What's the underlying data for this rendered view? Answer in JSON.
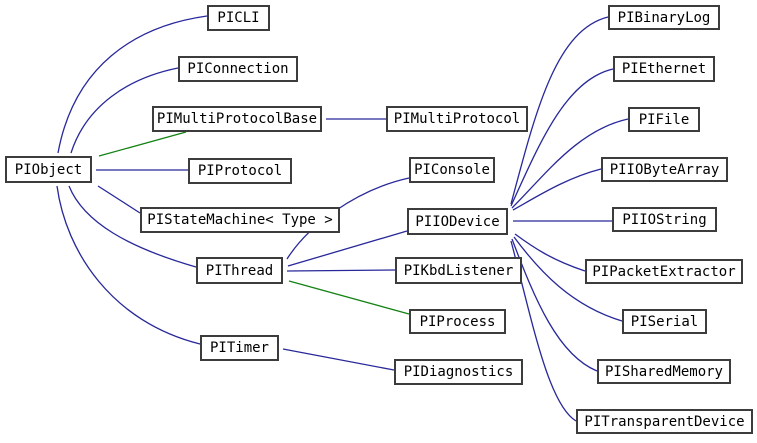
{
  "diagram": {
    "type": "class-inheritance-graph",
    "nodes": [
      {
        "id": "PICLI",
        "label": "PICLI"
      },
      {
        "id": "PIConnection",
        "label": "PIConnection"
      },
      {
        "id": "PIMultiProtocolBase",
        "label": "PIMultiProtocolBase"
      },
      {
        "id": "PIObject",
        "label": "PIObject"
      },
      {
        "id": "PIProtocol",
        "label": "PIProtocol"
      },
      {
        "id": "PIStateMachine",
        "label": "PIStateMachine< Type >"
      },
      {
        "id": "PIThread",
        "label": "PIThread"
      },
      {
        "id": "PITimer",
        "label": "PITimer"
      },
      {
        "id": "PIMultiProtocol",
        "label": "PIMultiProtocol"
      },
      {
        "id": "PIConsole",
        "label": "PIConsole"
      },
      {
        "id": "PIIODevice",
        "label": "PIIODevice"
      },
      {
        "id": "PIKbdListener",
        "label": "PIKbdListener"
      },
      {
        "id": "PIProcess",
        "label": "PIProcess"
      },
      {
        "id": "PIDiagnostics",
        "label": "PIDiagnostics"
      },
      {
        "id": "PIBinaryLog",
        "label": "PIBinaryLog"
      },
      {
        "id": "PIEthernet",
        "label": "PIEthernet"
      },
      {
        "id": "PIFile",
        "label": "PIFile"
      },
      {
        "id": "PIIOByteArray",
        "label": "PIIOByteArray"
      },
      {
        "id": "PIIOString",
        "label": "PIIOString"
      },
      {
        "id": "PIPacketExtractor",
        "label": "PIPacketExtractor"
      },
      {
        "id": "PISerial",
        "label": "PISerial"
      },
      {
        "id": "PISharedMemory",
        "label": "PISharedMemory"
      },
      {
        "id": "PITransparentDevice",
        "label": "PITransparentDevice"
      }
    ],
    "edges": [
      {
        "from": "PICLI",
        "to": "PIObject",
        "relation": "public"
      },
      {
        "from": "PIConnection",
        "to": "PIObject",
        "relation": "public"
      },
      {
        "from": "PIMultiProtocolBase",
        "to": "PIObject",
        "relation": "protected"
      },
      {
        "from": "PIProtocol",
        "to": "PIObject",
        "relation": "public"
      },
      {
        "from": "PIStateMachine",
        "to": "PIObject",
        "relation": "public"
      },
      {
        "from": "PIThread",
        "to": "PIObject",
        "relation": "public"
      },
      {
        "from": "PITimer",
        "to": "PIObject",
        "relation": "public"
      },
      {
        "from": "PIMultiProtocol",
        "to": "PIMultiProtocolBase",
        "relation": "public"
      },
      {
        "from": "PIConsole",
        "to": "PIThread",
        "relation": "public"
      },
      {
        "from": "PIIODevice",
        "to": "PIThread",
        "relation": "public"
      },
      {
        "from": "PIKbdListener",
        "to": "PIThread",
        "relation": "public"
      },
      {
        "from": "PIProcess",
        "to": "PIThread",
        "relation": "protected"
      },
      {
        "from": "PIDiagnostics",
        "to": "PITimer",
        "relation": "public"
      },
      {
        "from": "PIBinaryLog",
        "to": "PIIODevice",
        "relation": "public"
      },
      {
        "from": "PIEthernet",
        "to": "PIIODevice",
        "relation": "public"
      },
      {
        "from": "PIFile",
        "to": "PIIODevice",
        "relation": "public"
      },
      {
        "from": "PIIOByteArray",
        "to": "PIIODevice",
        "relation": "public"
      },
      {
        "from": "PIIOString",
        "to": "PIIODevice",
        "relation": "public"
      },
      {
        "from": "PIPacketExtractor",
        "to": "PIIODevice",
        "relation": "public"
      },
      {
        "from": "PISerial",
        "to": "PIIODevice",
        "relation": "public"
      },
      {
        "from": "PISharedMemory",
        "to": "PIIODevice",
        "relation": "public"
      },
      {
        "from": "PITransparentDevice",
        "to": "PIIODevice",
        "relation": "public"
      }
    ],
    "colors": {
      "edge_public": "#28289a",
      "edge_protected": "#148214",
      "node_border": "#3c3c3c",
      "node_bg": "#ffffff",
      "text": "#000000",
      "canvas_bg": "#ffffff"
    }
  }
}
